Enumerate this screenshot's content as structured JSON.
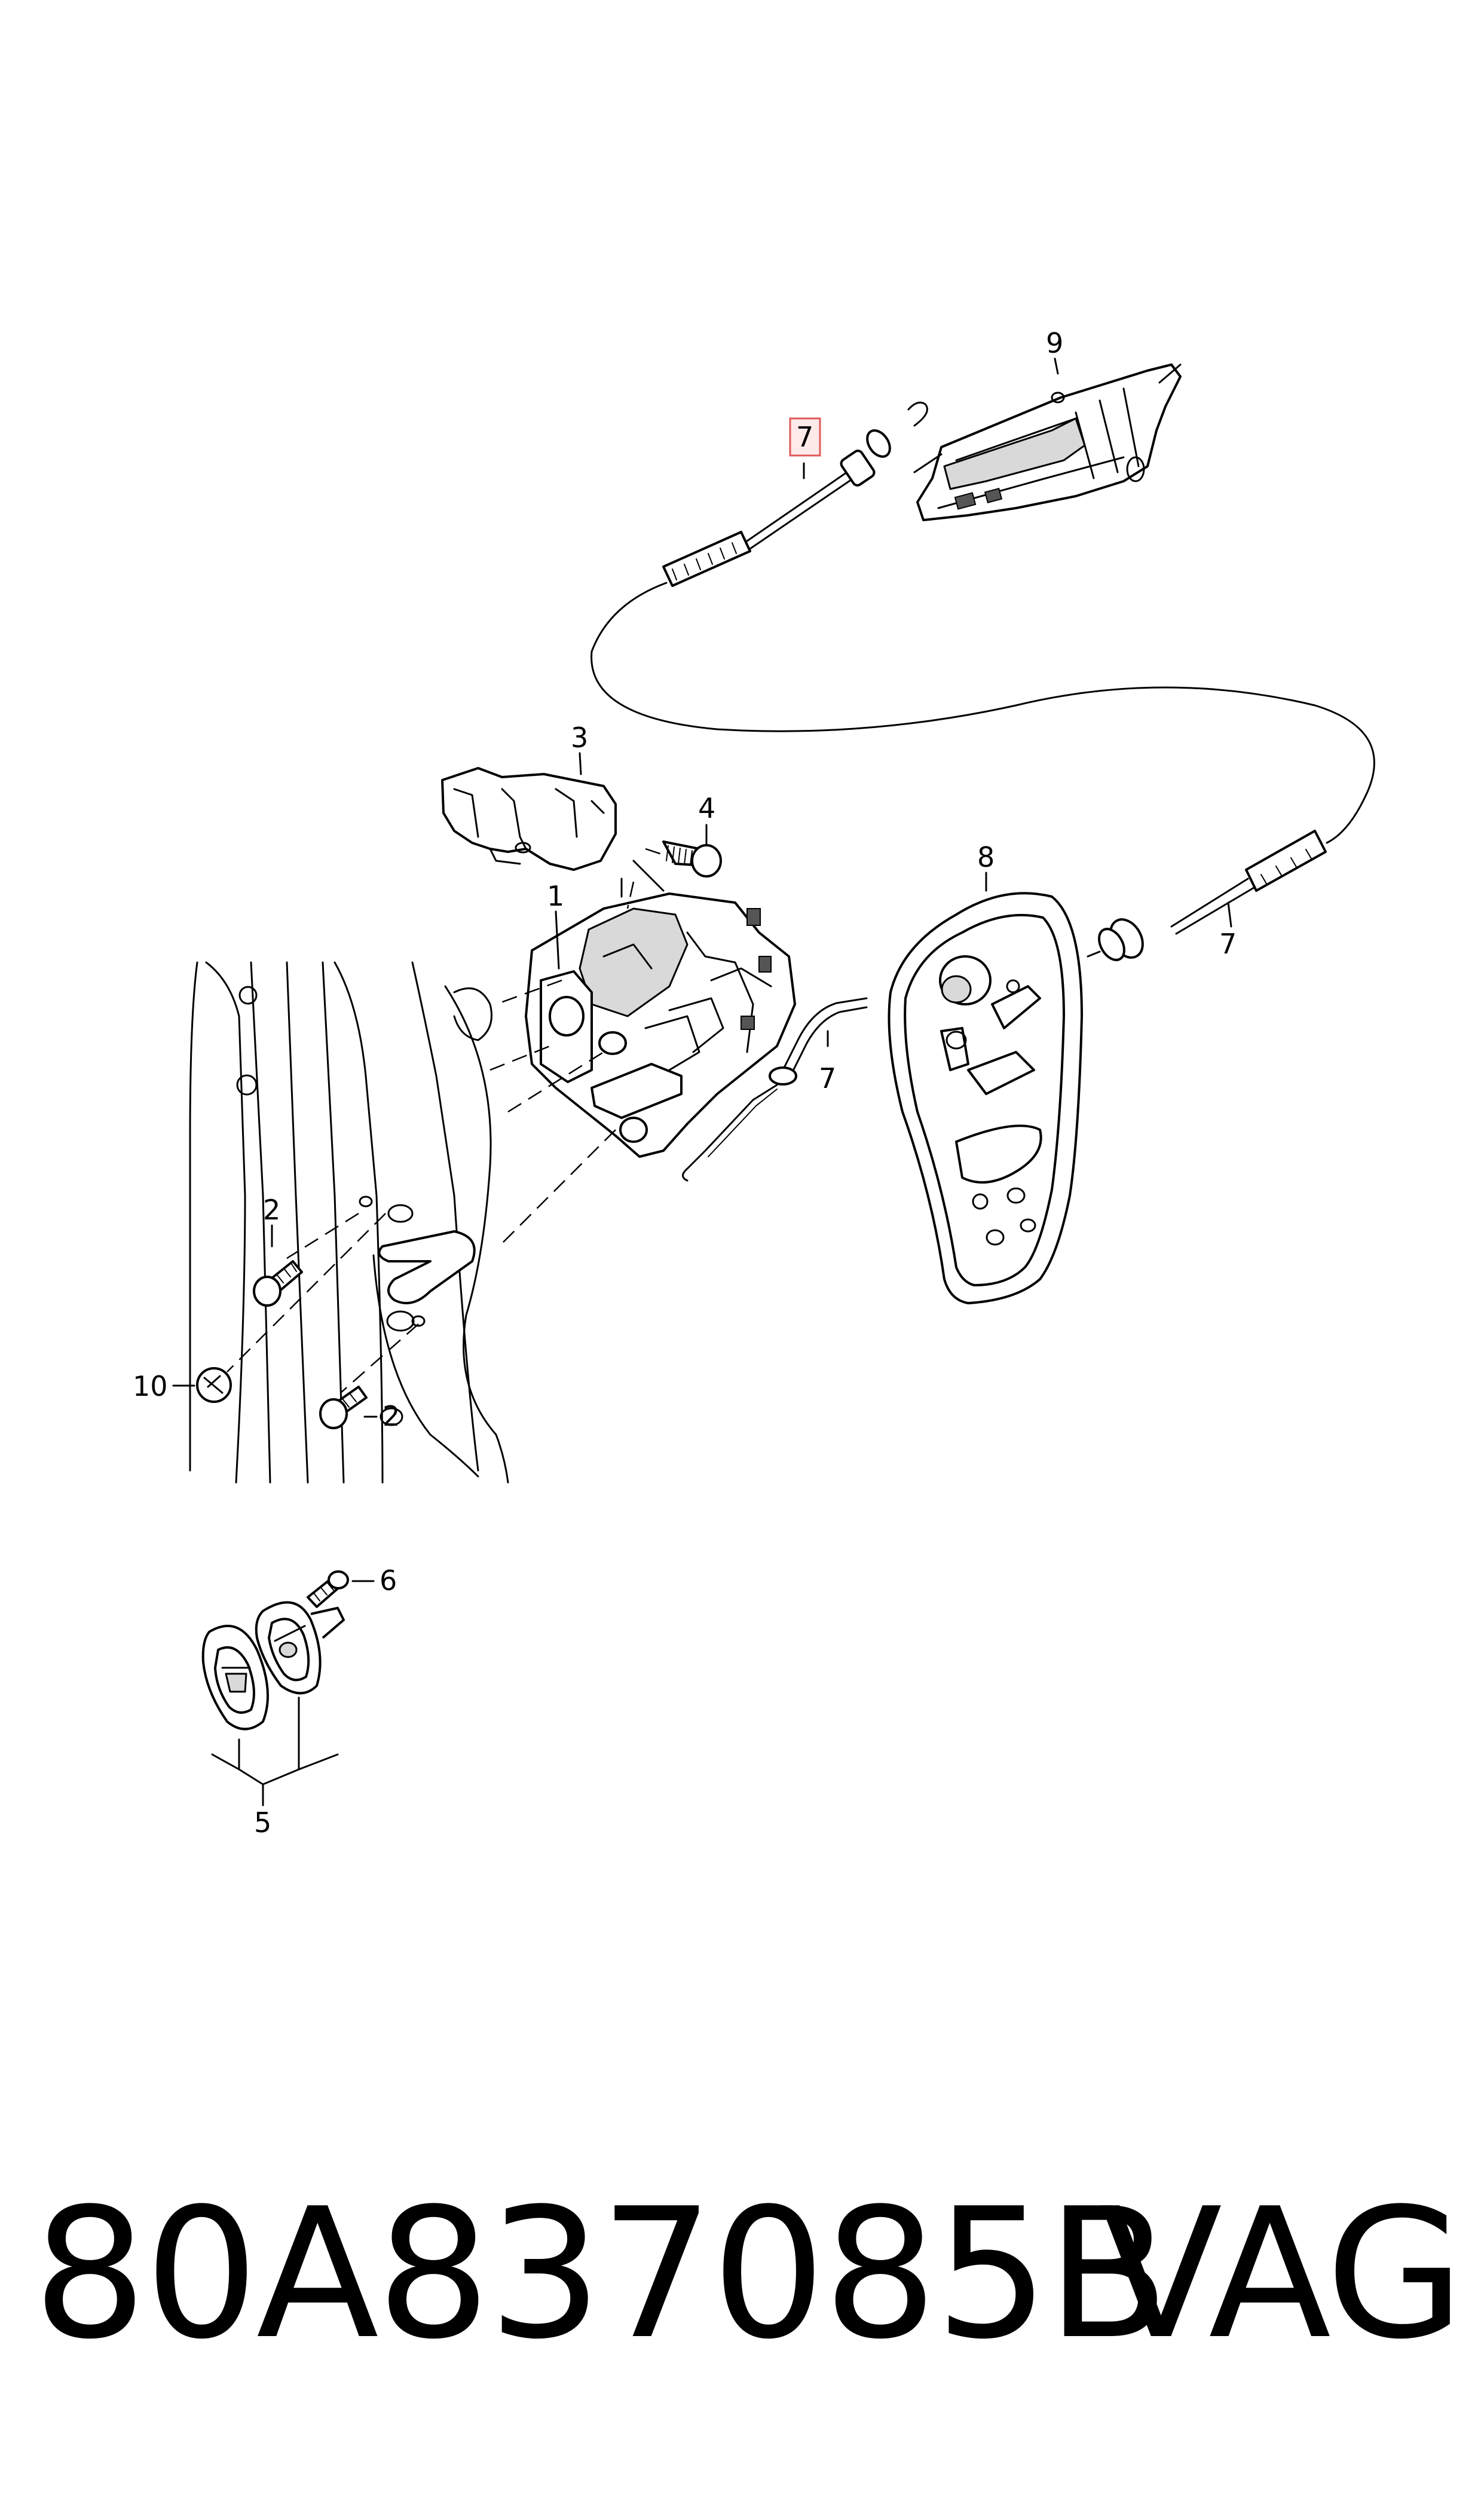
{
  "diagram": {
    "callouts": {
      "c1": "1",
      "c2a": "2",
      "c2b": "2",
      "c3": "3",
      "c4": "4",
      "c5": "5",
      "c6": "6",
      "c7_top": "7",
      "c7_mid": "7",
      "c7_right": "7",
      "c8": "8",
      "c9": "9",
      "c10": "10"
    },
    "highlighted_callout": "7",
    "highlight_color": "#e05a5a"
  },
  "footer": {
    "part_number": "80A837085B",
    "brand": "VAG"
  }
}
